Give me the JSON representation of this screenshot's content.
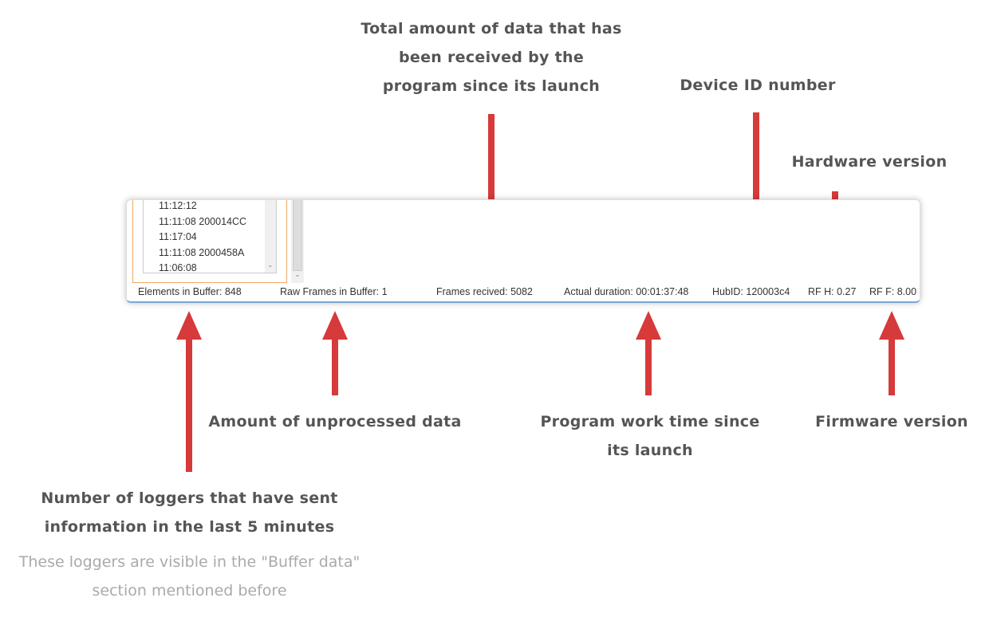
{
  "annotations": {
    "total_data": "Total amount of data that has been received by the program since its launch",
    "device_id": "Device ID number",
    "hardware_version": "Hardware version",
    "unprocessed": "Amount of unprocessed data",
    "work_time": "Program work time since its launch",
    "firmware_version": "Firmware version",
    "loggers": "Number of loggers that have sent information in the last 5 minutes",
    "loggers_note": "These loggers are visible in the \"Buffer data\" section mentioned before"
  },
  "buffer_list": [
    "11:12:12",
    "11:11:08 200014CC",
    "11:17:04",
    "11:11:08 2000458A",
    "11:06:08"
  ],
  "status_bar": {
    "elements": "Elements in Buffer: 848",
    "raw_frames": "Raw Frames in Buffer: 1",
    "frames_received": "Frames recived: 5082",
    "duration": "Actual duration: 00:01:37:48",
    "hub_id": "HubID: 120003c4",
    "rf_h": "RF H: 0.27",
    "rf_f": "RF F: 8.00"
  },
  "colors": {
    "arrow": "#d63a3a",
    "annotation_text": "#555555",
    "note_text": "#aaaaaa",
    "group_border": "#f0a868",
    "window_accent": "#7aa7d8"
  }
}
